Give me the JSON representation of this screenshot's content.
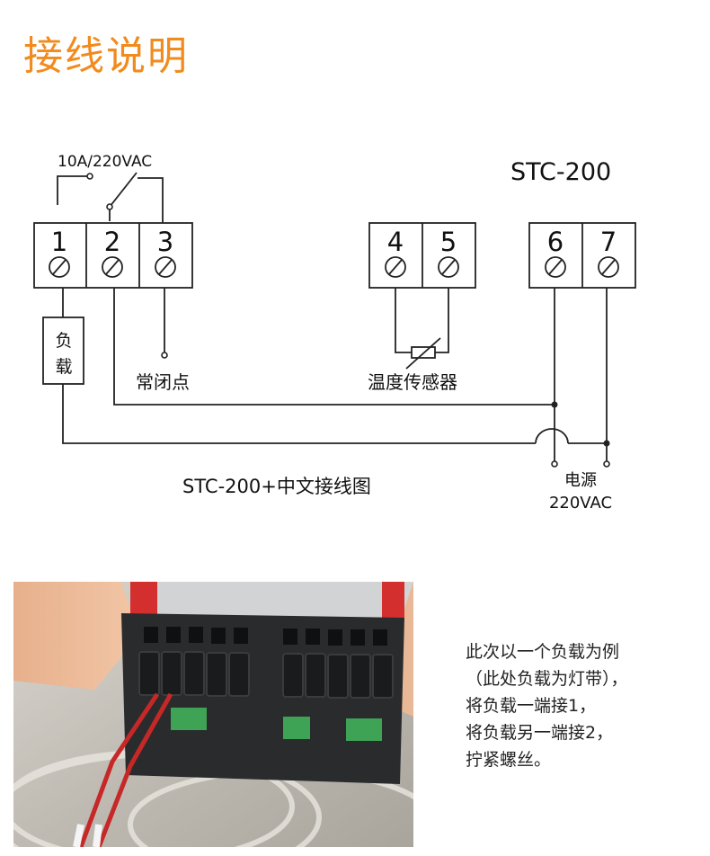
{
  "title": "接线说明",
  "diagram": {
    "model": "STC-200",
    "relay_rating": "10A/220VAC",
    "terminals": [
      "1",
      "2",
      "3",
      "4",
      "5",
      "6",
      "7"
    ],
    "load_label": [
      "负",
      "载"
    ],
    "normally_closed_label": "常闭点",
    "sensor_label": "温度传感器",
    "power_label": "电源",
    "power_voltage": "220VAC",
    "caption": "STC-200+中文接线图"
  },
  "note_lines": [
    "此次以一个负载为例",
    "（此处负载为灯带），",
    "将负载一端接1，",
    "将负载另一端接2，",
    "拧紧螺丝。"
  ]
}
